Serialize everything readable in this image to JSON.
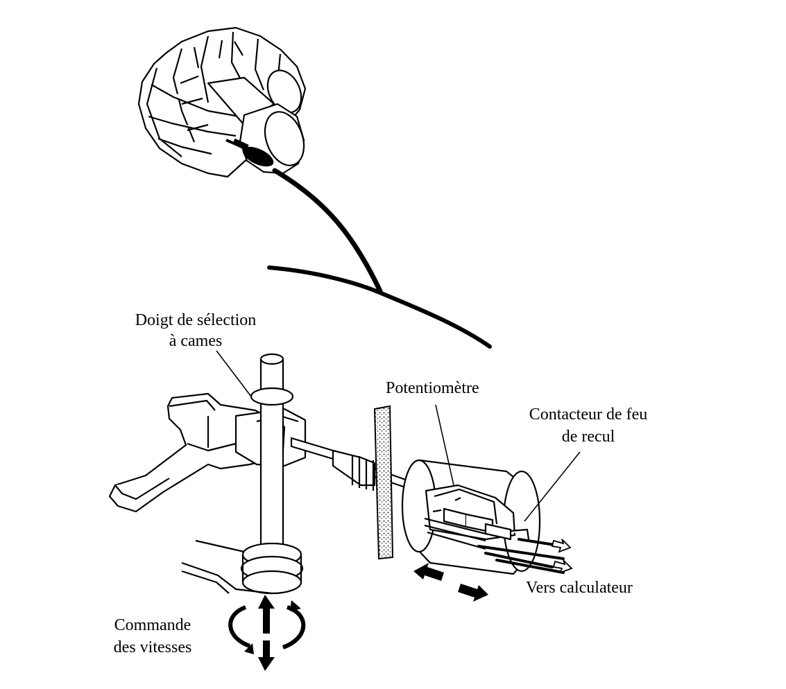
{
  "labels": {
    "doigt_line1": "Doigt de sélection",
    "doigt_line2": "à cames",
    "potentiometre": "Potentiomètre",
    "contacteur_line1": "Contacteur de feu",
    "contacteur_line2": "de recul",
    "vers_calculateur": "Vers calculateur",
    "commande_line1": "Commande",
    "commande_line2": "des vitesses"
  },
  "colors": {
    "ink": "#000000",
    "paper": "#ffffff"
  }
}
